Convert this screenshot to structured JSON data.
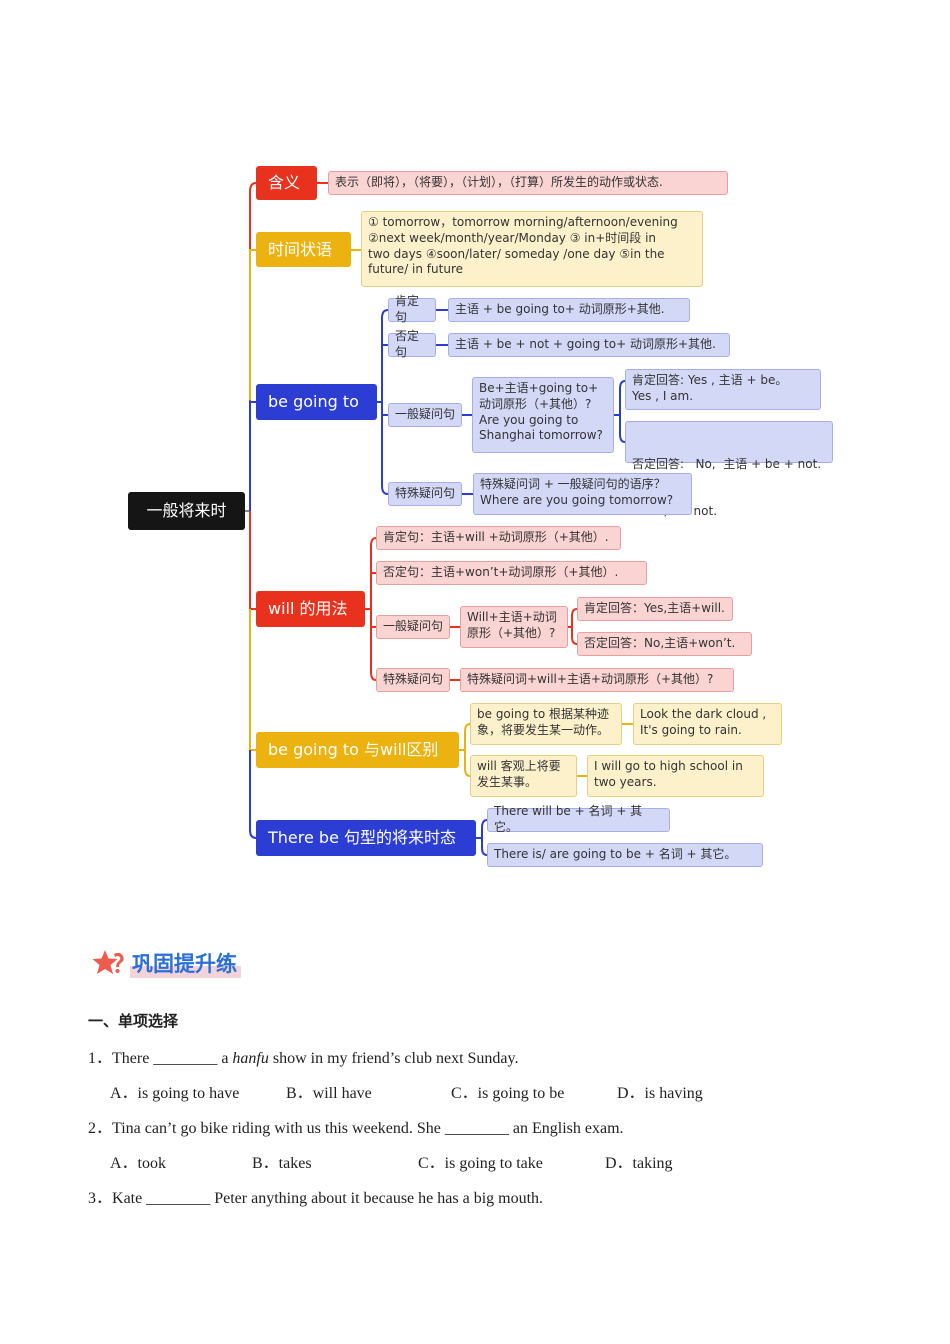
{
  "mindmap": {
    "root": "一般将来时",
    "meaning": {
      "label": "含义",
      "text": "表示（即将），（将要），（计划），（打算）所发生的动作或状态."
    },
    "time": {
      "label": "时间状语",
      "lines": [
        "① tomorrow，tomorrow morning/afternoon/evening",
        "②next week/month/year/Monday   ③ in+时间段  in",
        "two days  ④soon/later/ someday /one day ⑤in the",
        "future/ in future"
      ]
    },
    "be_going_to": {
      "label": "be going to",
      "affirmative": {
        "label": "肯定句",
        "text": "主语 + be going to+ 动词原形+其他."
      },
      "negative": {
        "label": "否定句",
        "text": "主语 + be  + not + going to+ 动词原形+其他."
      },
      "question": {
        "label": "一般疑问句",
        "lines": [
          "Be+主语+going to+",
          "动词原形（+其他）?",
          "Are you going to",
          "Shanghai tomorrow?"
        ],
        "yes": [
          "肯定回答:  Yes , 主语 + be。",
          "Yes , I am."
        ],
        "no": [
          "否定回答:   No,  主语 + be + not.",
          "   No , I'm not."
        ]
      },
      "wh_question": {
        "label": "特殊疑问句",
        "lines": [
          "特殊疑问词 + 一般疑问句的语序？",
          "Where are you going tomorrow?"
        ]
      }
    },
    "will": {
      "label": "will 的用法",
      "affirmative": "肯定句：主语+will +动词原形（+其他）.",
      "negative": "否定句：主语+won’t+动词原形（+其他）.",
      "question": {
        "label": "一般疑问句",
        "lines": [
          "Will+主语+动词",
          "原形（+其他）?"
        ],
        "yes": "肯定回答：Yes,主语+will.",
        "no": "否定回答：No,主语+won’t."
      },
      "wh_question": {
        "label": "特殊疑问句",
        "text": "特殊疑问词+will+主语+动词原形（+其他）?"
      }
    },
    "difference": {
      "label": "be going to 与will区别",
      "going_lines": [
        "be going to 根据某种迹",
        "象，将要发生某一动作。"
      ],
      "going_example": [
        "Look the dark cloud ,",
        "It's going to rain."
      ],
      "will_lines": [
        "will 客观上将要",
        "发生某事。"
      ],
      "will_example": [
        "I will go to high school in",
        "two years."
      ]
    },
    "there_be": {
      "label": "There be 句型的将来时态",
      "line1": "There will be + 名词 + 其它。",
      "line2": "There is/ are going to be + 名词 + 其它。"
    }
  },
  "section": {
    "title": "巩固提升练",
    "part1": "一、单项选择"
  },
  "questions": [
    {
      "num": "1．",
      "pre": "There ________ a ",
      "italic": "hanfu",
      "post": " show in my friend’s club next Sunday.",
      "options": [
        "A．is going to have",
        "B．will have",
        "C．is going to be",
        "D．is having"
      ]
    },
    {
      "num": "2．",
      "pre": "Tina can’t go bike riding with us this weekend. She ________ an English exam.",
      "options": [
        "A．took",
        "B．takes",
        "C．is going to take",
        "D．taking"
      ]
    },
    {
      "num": "3．",
      "pre": "Kate ________ Peter anything about it because he has a big mouth."
    }
  ],
  "colors": {
    "red": "#e8321e",
    "yellow": "#ecb20f",
    "blue": "#2b3dd3",
    "title_blue": "#2a6fd8"
  }
}
